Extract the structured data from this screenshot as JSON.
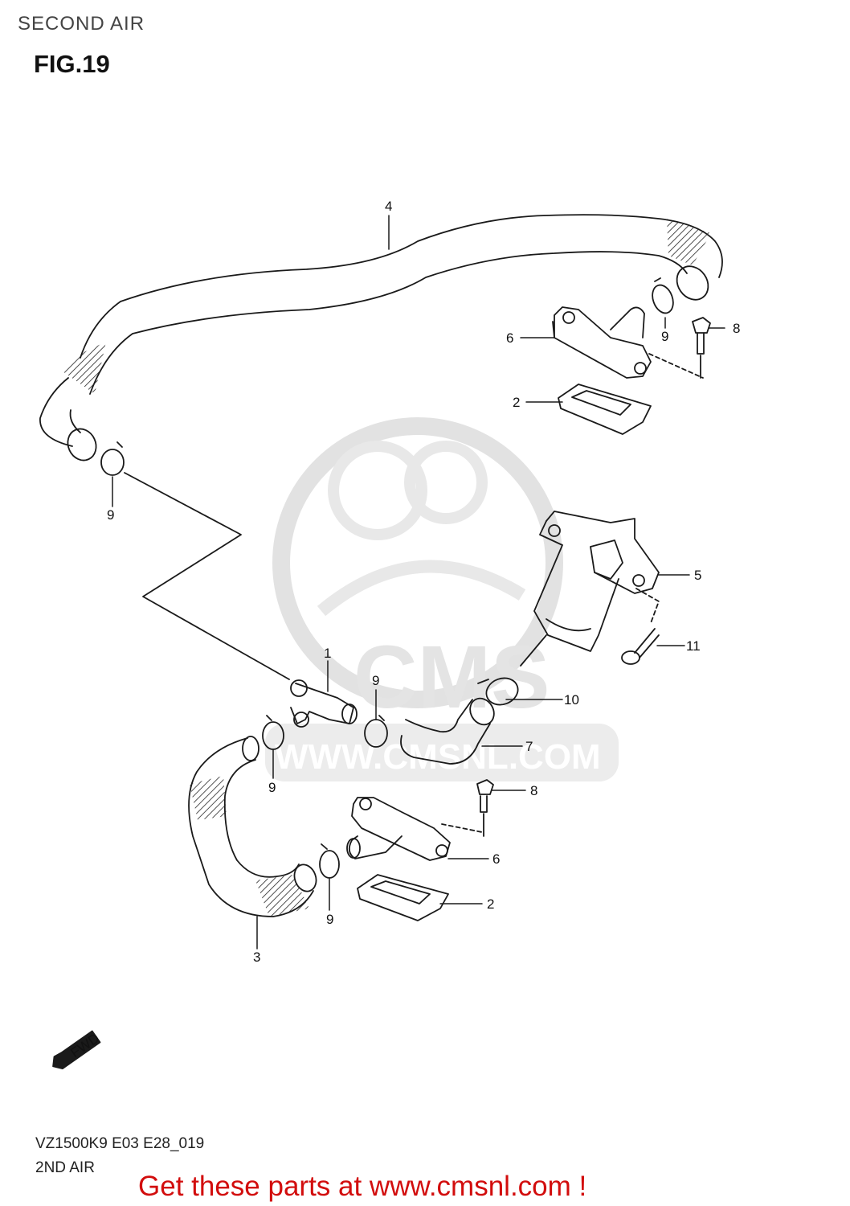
{
  "header": {
    "section": "SECOND AIR",
    "figure": "FIG.19"
  },
  "parts": {
    "p1": "1",
    "p2": "2",
    "p3": "3",
    "p4": "4",
    "p5": "5",
    "p6": "6",
    "p7": "7",
    "p8": "8",
    "p9": "9",
    "p10": "10",
    "p11": "11"
  },
  "fwd_label": "FWD",
  "watermark": {
    "brand": "CMS",
    "url": "WWW.CMSNL.COM"
  },
  "footer": {
    "model_code": "VZ1500K9 E03 E28_019",
    "section_code": "2ND AIR",
    "promo": "Get these parts at www.cmsnl.com !"
  },
  "colors": {
    "promo": "#d20d0d",
    "line": "#1a1a1a",
    "watermark": "#e4e4e4"
  }
}
